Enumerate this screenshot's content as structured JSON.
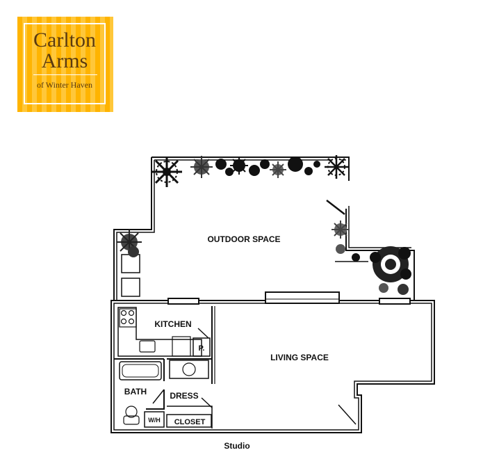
{
  "logo": {
    "line1": "Carlton",
    "line2": "Arms",
    "line3": "of Winter Haven"
  },
  "rooms": {
    "outdoor": "OUTDOOR SPACE",
    "kitchen": "KITCHEN",
    "pantry": "P.",
    "living": "LIVING SPACE",
    "bath": "BATH",
    "dress": "DRESS",
    "water_heater": "W/H",
    "closet": "CLOSET"
  },
  "caption": "Studio",
  "colors": {
    "logo_orange": "#ffb400",
    "logo_text": "#5a3a10",
    "walls": "#111111"
  },
  "icons": [
    "shrub-icon",
    "tree-icon",
    "sink-icon",
    "stove-icon",
    "bathtub-icon",
    "toilet-icon",
    "washer-icon"
  ]
}
